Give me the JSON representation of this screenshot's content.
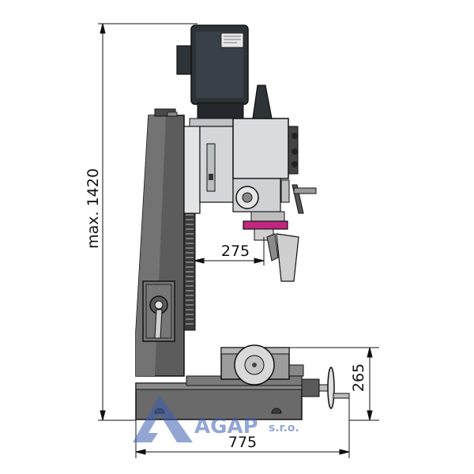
{
  "dimensions": {
    "height_label": "max. 1420",
    "reach_label": "275",
    "table_height_label": "265",
    "width_label": "775"
  },
  "watermark": {
    "brand": "AGAP",
    "suffix": "s.r.o.",
    "color": "#3b5fb0"
  },
  "colors": {
    "column": "#5c5c5c",
    "column_light": "#9a9a9a",
    "motor": "#2e3338",
    "head": "#d4d6d9",
    "base": "#6a6a6a",
    "accent": "#c0277f",
    "line": "#111111"
  }
}
